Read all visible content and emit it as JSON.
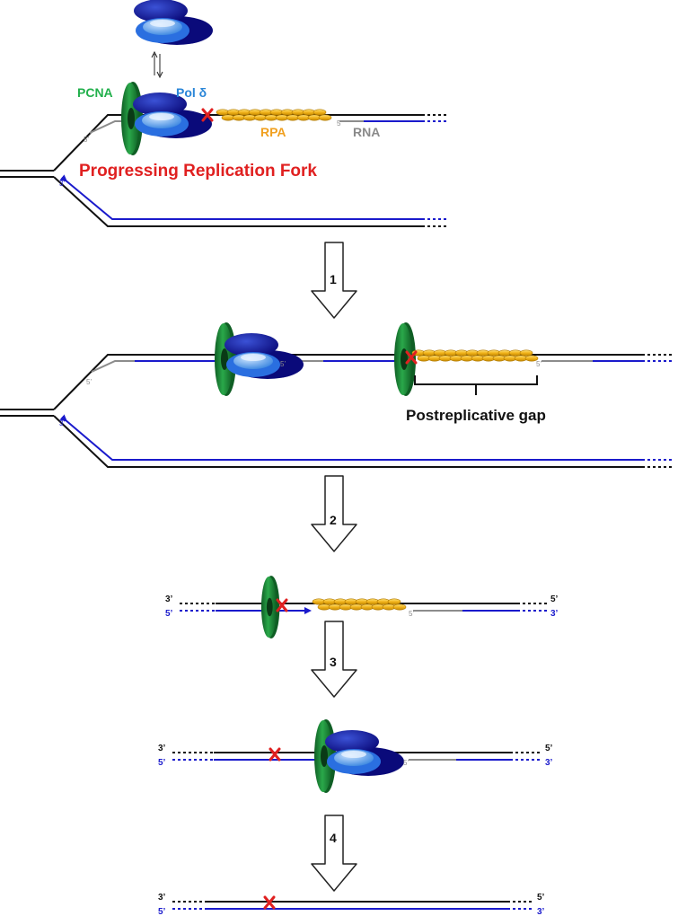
{
  "colors": {
    "strand_black": "#111111",
    "strand_blue": "#1a1acc",
    "rna_gray": "#8c8c8c",
    "pcna_green": "#1f8f3a",
    "pcna_dark": "#0f5e24",
    "pol_navy": "#0a0a7a",
    "pol_blue": "#1f5fd6",
    "pol_light": "#7fb6f0",
    "rpa_gold": "#f2b41c",
    "rpa_dark": "#c58a00",
    "lesion_red": "#e02020",
    "fork_label_red": "#e02020",
    "pcna_label_green": "#22b04c",
    "pol_label_blue": "#2a86d8",
    "rpa_label_orange": "#f0a020",
    "rna_label_gray": "#8a8a8a"
  },
  "labels": {
    "pcna": "PCNA",
    "pol_delta": "Pol δ",
    "rpa": "RPA",
    "rna": "RNA",
    "fork": "Progressing Replication Fork",
    "gap": "Postreplicative gap"
  },
  "ends": {
    "three_prime": "3’",
    "five_prime": "5’"
  },
  "steps": [
    "1",
    "2",
    "3",
    "4"
  ],
  "icons": {
    "lesion": "x-lesion-icon",
    "pcna": "pcna-clamp-icon",
    "polymerase": "polymerase-icon",
    "rpa": "rpa-filament-icon",
    "step_arrow": "down-arrow-icon"
  }
}
